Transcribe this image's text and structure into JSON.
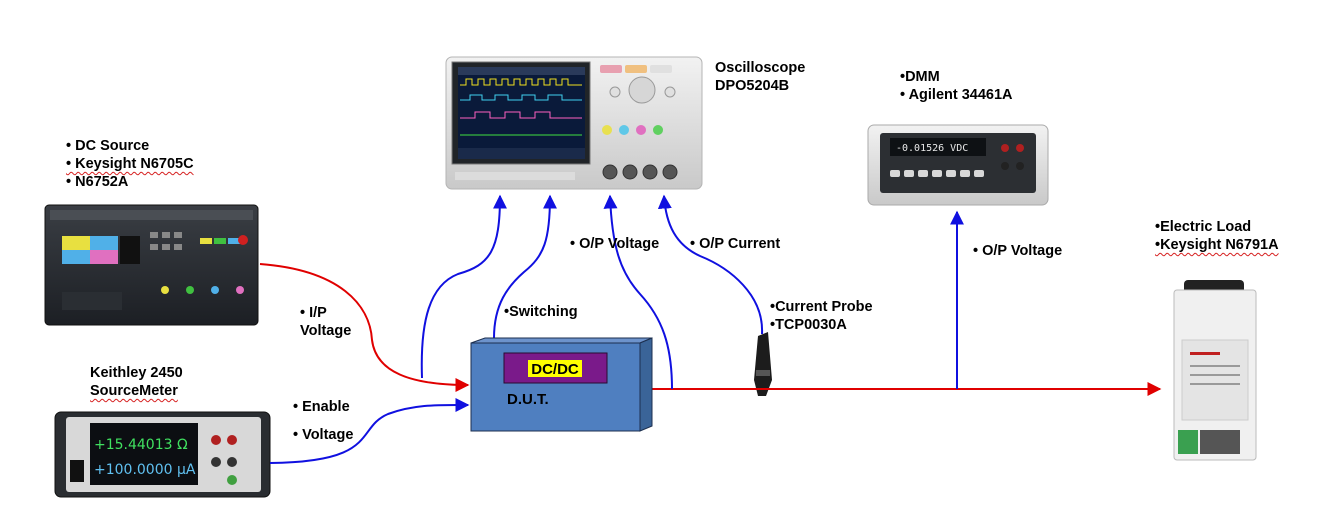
{
  "labels": {
    "oscilloscope": [
      "Oscilloscope",
      "DPO5204B"
    ],
    "dmm": [
      "•DMM",
      "• Agilent 34461A"
    ],
    "dc_source": [
      "• DC Source",
      "• Keysight N6705C",
      "• N6752A"
    ],
    "keithley": [
      "Keithley 2450",
      "SourceMeter"
    ],
    "electric_load": [
      "•Electric Load",
      "•Keysight N6791A"
    ],
    "ip_voltage": [
      "•  I/P",
      "Voltage"
    ],
    "enable": "• Enable",
    "voltage": "• Voltage",
    "switching": "•Switching",
    "op_voltage_scope": "• O/P Voltage",
    "op_current": "• O/P Current",
    "op_voltage_dmm": "• O/P Voltage",
    "current_probe": [
      "•Current  Probe",
      "•TCP0030A"
    ]
  },
  "dut": {
    "chip_label": "DC/DC",
    "name": "D.U.T."
  },
  "instruments": {
    "scope_screen": {},
    "dmm_display": "-0.01526 VDC",
    "keithley_display": [
      "+15.44013 Ω",
      "+100.0000 μA"
    ]
  },
  "colors": {
    "power_line": "#e00000",
    "signal_line": "#1010e0",
    "dut_fill": "#4f7fc0",
    "dut_side": "#3a6498",
    "chip_fill": "#7a1a8a",
    "chip_text_bg": "#ffff00"
  }
}
